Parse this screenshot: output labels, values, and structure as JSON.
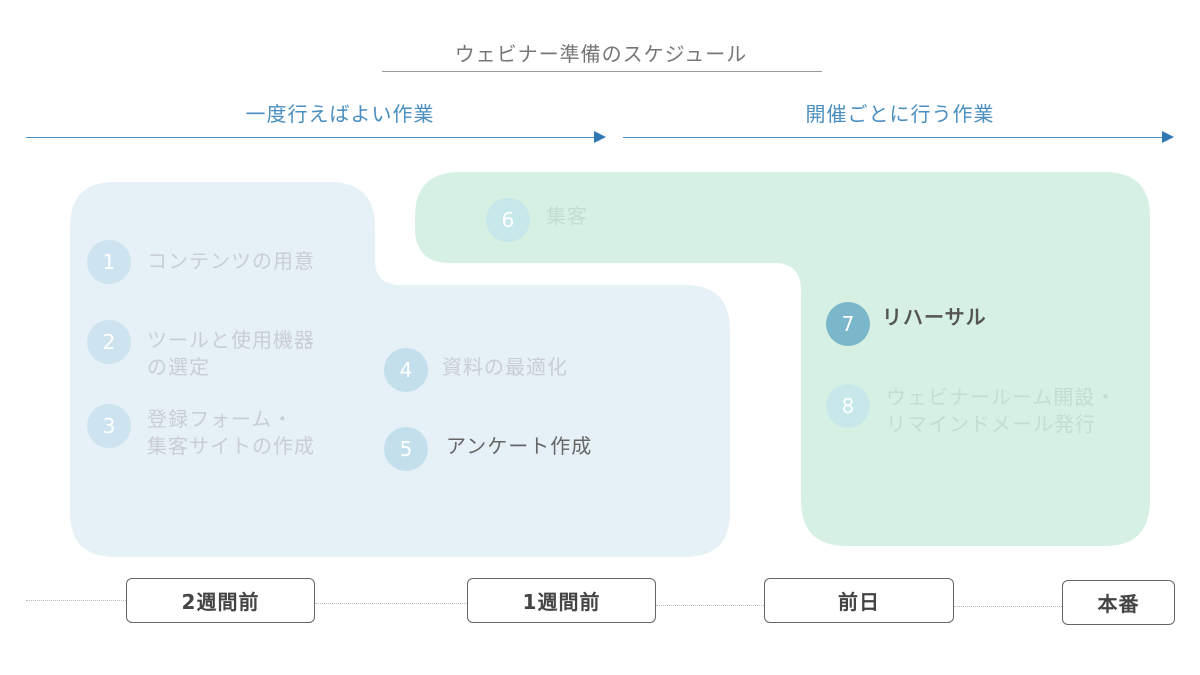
{
  "title": "ウェビナー準備のスケジュール",
  "phases": [
    {
      "label": "一度行えばよい作業"
    },
    {
      "label": "開催ごとに行う作業"
    }
  ],
  "steps": [
    {
      "number": "1",
      "label": "コンテンツの用意"
    },
    {
      "number": "2",
      "label_lines": [
        "ツールと使用機器",
        "の選定"
      ]
    },
    {
      "number": "3",
      "label_lines": [
        "登録フォーム・",
        "集客サイトの作成"
      ]
    },
    {
      "number": "4",
      "label": "資料の最適化"
    },
    {
      "number": "5",
      "label": "アンケート作成"
    },
    {
      "number": "6",
      "label": "集客"
    },
    {
      "number": "7",
      "label": "リハーサル"
    },
    {
      "number": "8",
      "label_lines": [
        "ウェビナールーム開設・",
        "リマインドメール発行"
      ]
    }
  ],
  "timeline": [
    "2週間前",
    "1週間前",
    "前日",
    "本番"
  ],
  "colors": {
    "blue_region": "#e6f1f7",
    "green_region": "#d6f1e3",
    "arrow": "#2f78b4",
    "phase_text": "#4a8fc0"
  }
}
